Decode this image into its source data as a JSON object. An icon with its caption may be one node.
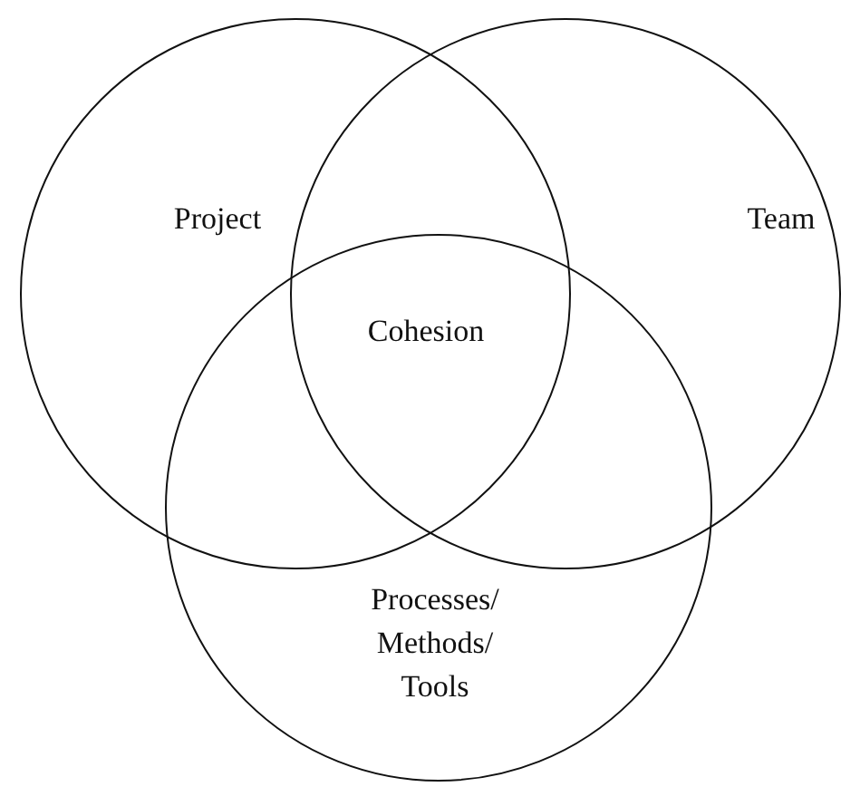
{
  "diagram": {
    "nodes": [
      {
        "text": [
          "Project"
        ]
      },
      {
        "text": [
          "Team"
        ]
      },
      {
        "text": [
          "Processes/ Methods/ Tools"
        ]
      }
    ],
    "labels": [
      "Cohesion"
    ]
  }
}
